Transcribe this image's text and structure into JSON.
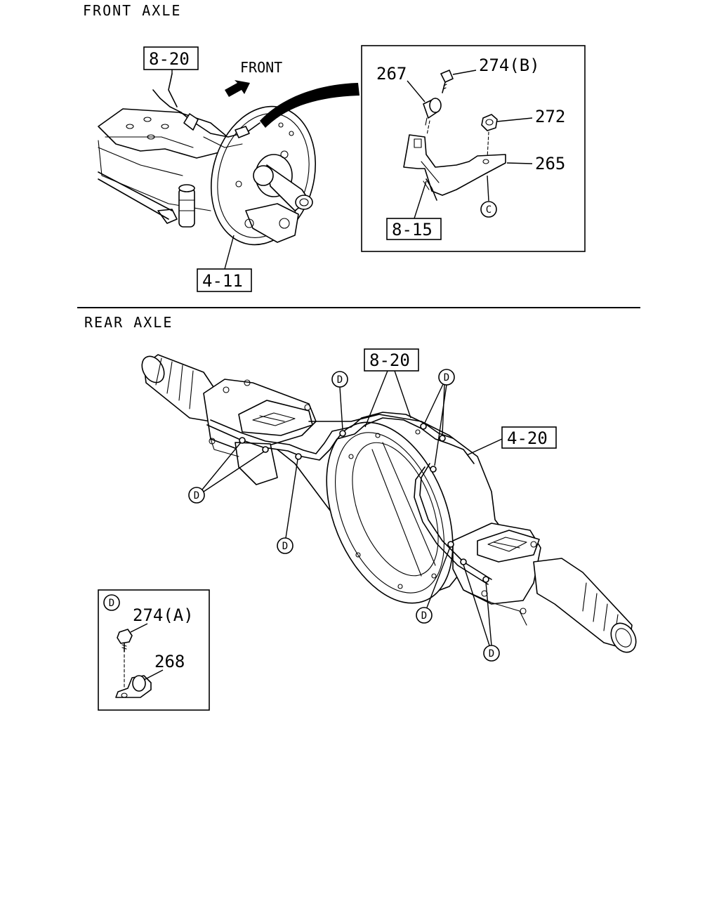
{
  "sections": {
    "front_title": "FRONT AXLE",
    "rear_title": "REAR AXLE"
  },
  "front": {
    "direction_label": "FRONT",
    "ref_harness": "8-20",
    "ref_brake": "4-11",
    "inset": {
      "part_clip": "267",
      "part_bolt": "274(B)",
      "part_nut": "272",
      "part_bracket": "265",
      "ref_sensor": "8-15",
      "callout": "C"
    }
  },
  "rear": {
    "ref_harness": "8-20",
    "ref_axle": "4-20",
    "callout": "D",
    "inset": {
      "callout": "D",
      "part_bolt": "274(A)",
      "part_clip": "268"
    }
  }
}
